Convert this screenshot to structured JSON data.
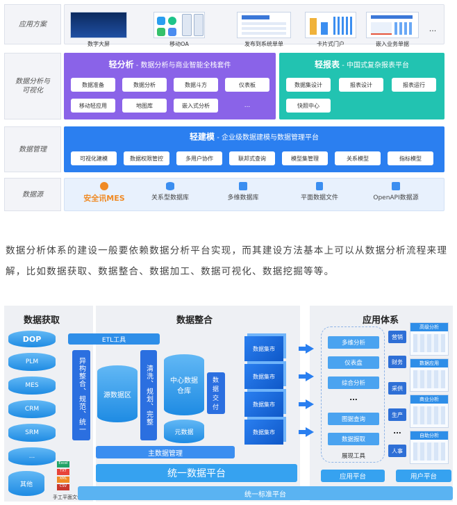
{
  "top_diagram": {
    "rows": {
      "apps": "应用方案",
      "analysis": "数据分析与\n可视化",
      "management": "数据管理",
      "source": "数据源"
    },
    "apps": [
      {
        "caption": "数字大屏"
      },
      {
        "caption": "移动OA"
      },
      {
        "caption": "发布到系统单单"
      },
      {
        "caption": "卡片式门户"
      },
      {
        "caption": "嵌入业务单据"
      }
    ],
    "apps_more": "...",
    "qingfenxi": {
      "brand": "轻分析",
      "tagline": "- 数据分析与商业智能全栈套件",
      "chips": [
        "数据准备",
        "数据分析",
        "数据斗方",
        "仪表板",
        "移动轻应用",
        "地图库",
        "嵌入式分析",
        "..."
      ]
    },
    "qingbaobiao": {
      "brand": "轻报表",
      "tagline": "- 中国式复杂报表平台",
      "chips": [
        "数据集设计",
        "报表设计",
        "报表运行",
        "快照中心"
      ]
    },
    "qingjianmo": {
      "brand": "轻建模",
      "tagline": "- 企业级数据建模与数据管理平台",
      "chips": [
        "可视化建模",
        "数据权限管控",
        "多用户协作",
        "联邦式查询",
        "模型集管理",
        "关系模型",
        "指标模型"
      ]
    },
    "sources": [
      "安全讯MES",
      "关系型数据库",
      "多维数据库",
      "平面数据文件",
      "OpenAPI数据源"
    ]
  },
  "paragraph": "数据分析体系的建设一般要依赖数据分析平台实现，而其建设方法基本上可以从数据分析流程来理解，比如数据获取、数据整合、数据加工、数据可视化、数据挖掘等等。",
  "bottom_diagram": {
    "acquisition": {
      "title": "数据获取",
      "systems": [
        "DOP",
        "PLM",
        "MES",
        "CRM",
        "SRM",
        "...",
        "其他"
      ],
      "manual_label": "手工平面文件",
      "manual_files": [
        "Excel",
        "TXT",
        "XML",
        "CSV"
      ]
    },
    "integration": {
      "title": "数据整合",
      "etl": "ETL工具",
      "heterogeneous": "异构整合、规范、统一",
      "source_zone": "源数据区",
      "cleaning": "清洗、规划、完整",
      "central_db": "中心数据仓库",
      "metadata": "元数据",
      "delivery": "数据交付",
      "master_data": "主数据管理",
      "marts": [
        "数据集市",
        "数据集市",
        "数据集市",
        "数据集市"
      ]
    },
    "application": {
      "title": "应用体系",
      "tools": [
        "多维分析",
        "仪表盘",
        "综合分析",
        "...",
        "图据查询",
        "数据报取"
      ],
      "tools_label": "展现工具",
      "departments": [
        "营销",
        "财务",
        "采供",
        "生产",
        "...",
        "人事"
      ],
      "cards": [
        "高级分析",
        "数据应用",
        "商业分析",
        "自助分析"
      ]
    },
    "platform_left": "统一数据平台",
    "platform_app": "应用平台",
    "platform_user": "用户平台",
    "standard_platform": "统一标准平台"
  },
  "colors": {
    "purple": "#8a63e8",
    "teal": "#22c3b1",
    "blue": "#2b7ff0",
    "light_blue": "#e8f1fd",
    "orange": "#f08a24"
  }
}
